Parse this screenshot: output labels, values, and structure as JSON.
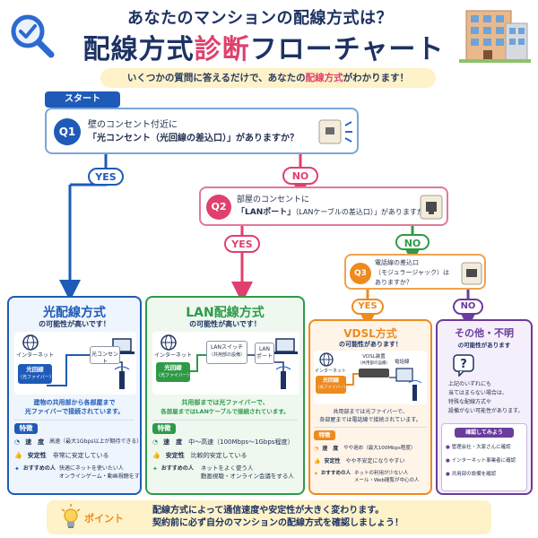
{
  "header": {
    "subtitle": "あなたのマンションの配線方式は？",
    "title_part1": "配線方式",
    "title_accent": "診断",
    "title_part2": "フローチャート",
    "banner_pre": "いくつかの質問に答えるだけで、あなたの",
    "banner_highlight": "配線方式",
    "banner_post": "がわかります！"
  },
  "start_label": "スタート",
  "q1": {
    "num": "Q1",
    "line1": "壁のコンセント付近に",
    "line2": "「光コンセント（光回線の差込口）」がありますか？"
  },
  "q2": {
    "num": "Q2",
    "line1": "部屋のコンセントに",
    "line2_bold": "「LANポート」",
    "line2_rest": "（LANケーブルの差込口）」がありますか？"
  },
  "q3": {
    "num": "Q3",
    "line1": "電話線の差込口",
    "line2": "（モジュラージャック）は",
    "line3": "ありますか？"
  },
  "answers": {
    "yes": "YES",
    "no": "NO"
  },
  "colors": {
    "blue": "#1e5bb8",
    "pink": "#e0406e",
    "green": "#2e9a48",
    "orange": "#ee8a1e",
    "purple": "#6a3c9c",
    "navy": "#1d3263"
  },
  "card_fiber": {
    "title": "光配線方式",
    "subtitle": "の可能性が高いです！",
    "internet": "インターネット",
    "line_label": "光回線",
    "line_sub": "（光ファイバー）",
    "outlet_label": "光コンセント",
    "desc1": "建物の共用部から各部屋まで",
    "desc2": "光ファイバーで接続されています。",
    "features_label": "特徴",
    "speed_label": "速　度",
    "speed_value": "高速（最大1Gbps以上が期待できる）",
    "stability_label": "安定性",
    "stability_value": "非常に安定している",
    "recommend_label": "おすすめの人",
    "recommend_value1": "快適にネットを使いたい人",
    "recommend_value2": "オンラインゲーム・動画視聴をする人"
  },
  "card_lan": {
    "title": "LAN配線方式",
    "subtitle": "の可能性が高いです！",
    "internet": "インターネット",
    "line_label": "光回線",
    "line_sub": "（光ファイバー）",
    "switch_label": "LANスイッチ",
    "switch_sub": "（共用部の設備）",
    "port_label": "LAN",
    "port_sub": "ポート",
    "desc1": "共用部までは光ファイバーで、",
    "desc2": "各部屋まではLANケーブルで接続されています。",
    "features_label": "特徴",
    "speed_label": "速　度",
    "speed_value": "中〜高速（100Mbps〜1Gbps程度）",
    "stability_label": "安定性",
    "stability_value": "比較的安定している",
    "recommend_label": "おすすめの人",
    "recommend_value1": "ネットをよく使う人",
    "recommend_value2": "動画視聴・オンライン会議をする人"
  },
  "card_vdsl": {
    "title": "VDSL方式",
    "subtitle": "の可能性があります！",
    "internet": "インターネット",
    "line_label": "光回線",
    "line_sub": "（光ファイバー）",
    "device_label": "VDSL装置",
    "device_sub": "（共用部の設備）",
    "phone_label": "電話線",
    "desc1": "共用部までは光ファイバーで、",
    "desc2": "各部屋までは電話線で接続されています。",
    "features_label": "特徴",
    "speed_label": "速　度",
    "speed_value": "やや遅め（最大100Mbps程度）",
    "stability_label": "安定性",
    "stability_value": "やや不安定になりやすい",
    "recommend_label": "おすすめの人",
    "recommend_value1": "ネットの利用が少ない人",
    "recommend_value2": "メール・Web閲覧が中心の人"
  },
  "card_other": {
    "title": "その他・不明",
    "subtitle": "の可能性があります",
    "desc1": "上記のいずれにも",
    "desc2": "当てはまらない場合は、",
    "desc3": "特殊な配線方式や",
    "desc4": "設備がない可能性があります。",
    "check_label": "確認してみよう",
    "check1": "管理会社・大家さんに確認",
    "check2": "インターネット事業者に確認",
    "check3": "共用部の設備を確認"
  },
  "point": {
    "label": "ポイント",
    "line1": "配線方式によって通信速度や安定性が大きく変わります。",
    "line2": "契約前に必ず自分のマンションの配線方式を確認しましょう！"
  }
}
